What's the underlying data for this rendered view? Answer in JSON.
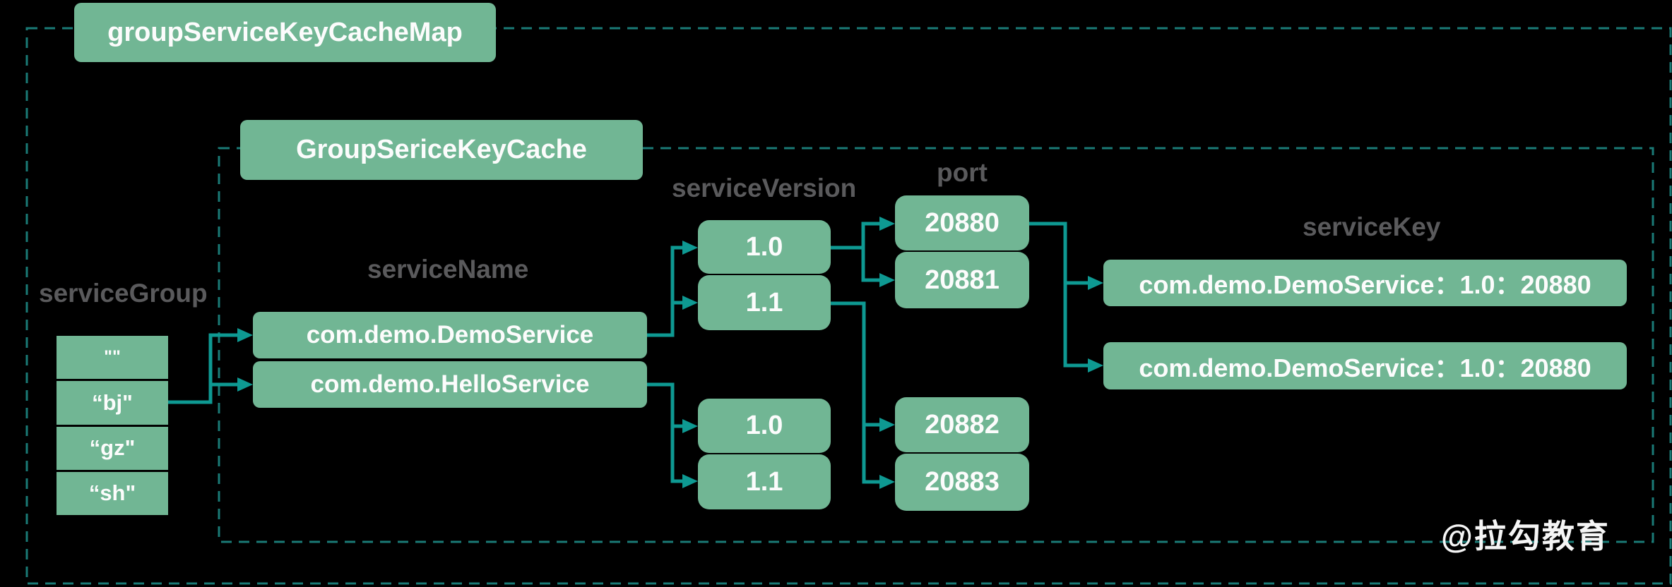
{
  "containers": {
    "outer_label": "groupServiceKeyCacheMap",
    "inner_label": "GroupSericeKeyCache"
  },
  "service_group": {
    "label": "serviceGroup",
    "cells": [
      "\"\"",
      "“bj\"",
      "“gz\"",
      "“sh\""
    ]
  },
  "service_name": {
    "label": "serviceName",
    "items": [
      "com.demo.DemoService",
      "com.demo.HelloService"
    ]
  },
  "service_version": {
    "label": "serviceVersion",
    "groups": [
      [
        "1.0",
        "1.1"
      ],
      [
        "1.0",
        "1.1"
      ]
    ]
  },
  "port": {
    "label": "port",
    "groups": [
      [
        "20880",
        "20881"
      ],
      [
        "20882",
        "20883"
      ]
    ]
  },
  "service_key": {
    "label": "serviceKey",
    "items": [
      "com.demo.DemoService：1.0：20880",
      "com.demo.DemoService：1.0：20880"
    ]
  },
  "watermark": "@拉勾教育",
  "colors": {
    "background": "#000000",
    "box_green": "#71B694",
    "arrow_teal": "#0E9992",
    "dashed_border": "#1A7A76",
    "label_gray": "#5A5A5C",
    "box_text": "#FCFCFC"
  }
}
